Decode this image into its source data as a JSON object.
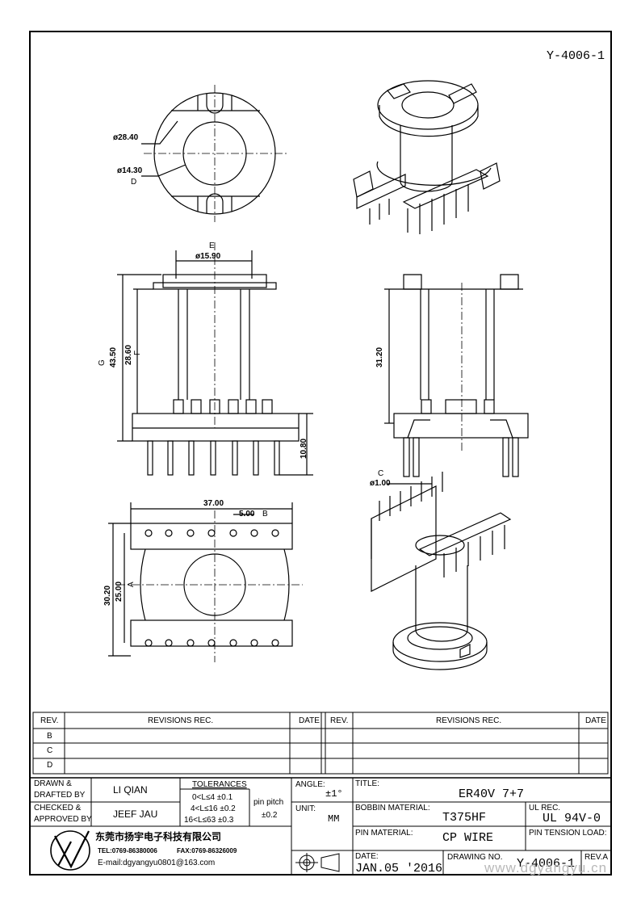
{
  "drawing_id": "Y-4006-1",
  "dims": {
    "d1": "ø28.40",
    "d2": "ø14.30",
    "marker_d": "D",
    "width_top": "ø15.90",
    "marker_e": "E",
    "h_total": "43.50",
    "h_inner": "28.60",
    "marker_g": "G",
    "marker_f": "F",
    "base_h": "10.80",
    "side_h": "31.20",
    "marker_c": "C",
    "pin_d": "ø1.00",
    "len": "37.00",
    "pitch": "5.00",
    "marker_b": "B",
    "w_total": "30.20",
    "w_inner": "25.00",
    "marker_a": "A"
  },
  "revisions": {
    "rev_header": "REV.",
    "rec_header": "REVISIONS    REC.",
    "date_header": "DATE",
    "rows": [
      "B",
      "C",
      "D"
    ]
  },
  "title_block": {
    "drawn_label_1": "DRAWN  &",
    "drawn_label_2": "DRAFTED  BY",
    "drawn_name": "LI QIAN",
    "checked_label_1": "CHECKED  &",
    "checked_label_2": "APPROVED  BY",
    "checked_name": "JEEF JAU",
    "tol_title": "TOLERANCES",
    "tol_1": "0<L≤4   ±0.1",
    "tol_2": "4<L≤16  ±0.2",
    "tol_3": "16<L≤63  ±0.3",
    "pin_pitch_label": "pin pitch",
    "pin_pitch_value": "±0.2",
    "angle_label": "ANGLE:",
    "angle_value": "±1°",
    "unit_label": "UNIT:",
    "unit_value": "MM",
    "title_label": "TITLE:",
    "title_value": "ER40V  7+7",
    "bobbin_label": "BOBBIN MATERIAL:",
    "bobbin_value": "T375HF",
    "ul_label": "UL REC.",
    "ul_value": "UL  94V-0",
    "pin_mat_label": "PIN MATERIAL:",
    "pin_mat_value": "CP  WIRE",
    "pin_tension_label": "PIN TENSION LOAD:",
    "date_label": "DATE:",
    "date_value": "JAN.05  '2016",
    "drawing_no_label": "DRAWING  NO.",
    "drawing_no_value": "Y-4006-1",
    "rev_label": "REV.A",
    "company_cn": "东莞市扬宇电子科技有限公司",
    "tel": "TEL:0769-86380006",
    "fax": "FAX:0769-86326009",
    "email": "E-mail:dgyangyu0801@163.com",
    "watermark": "www.dgyangyu.cn"
  }
}
